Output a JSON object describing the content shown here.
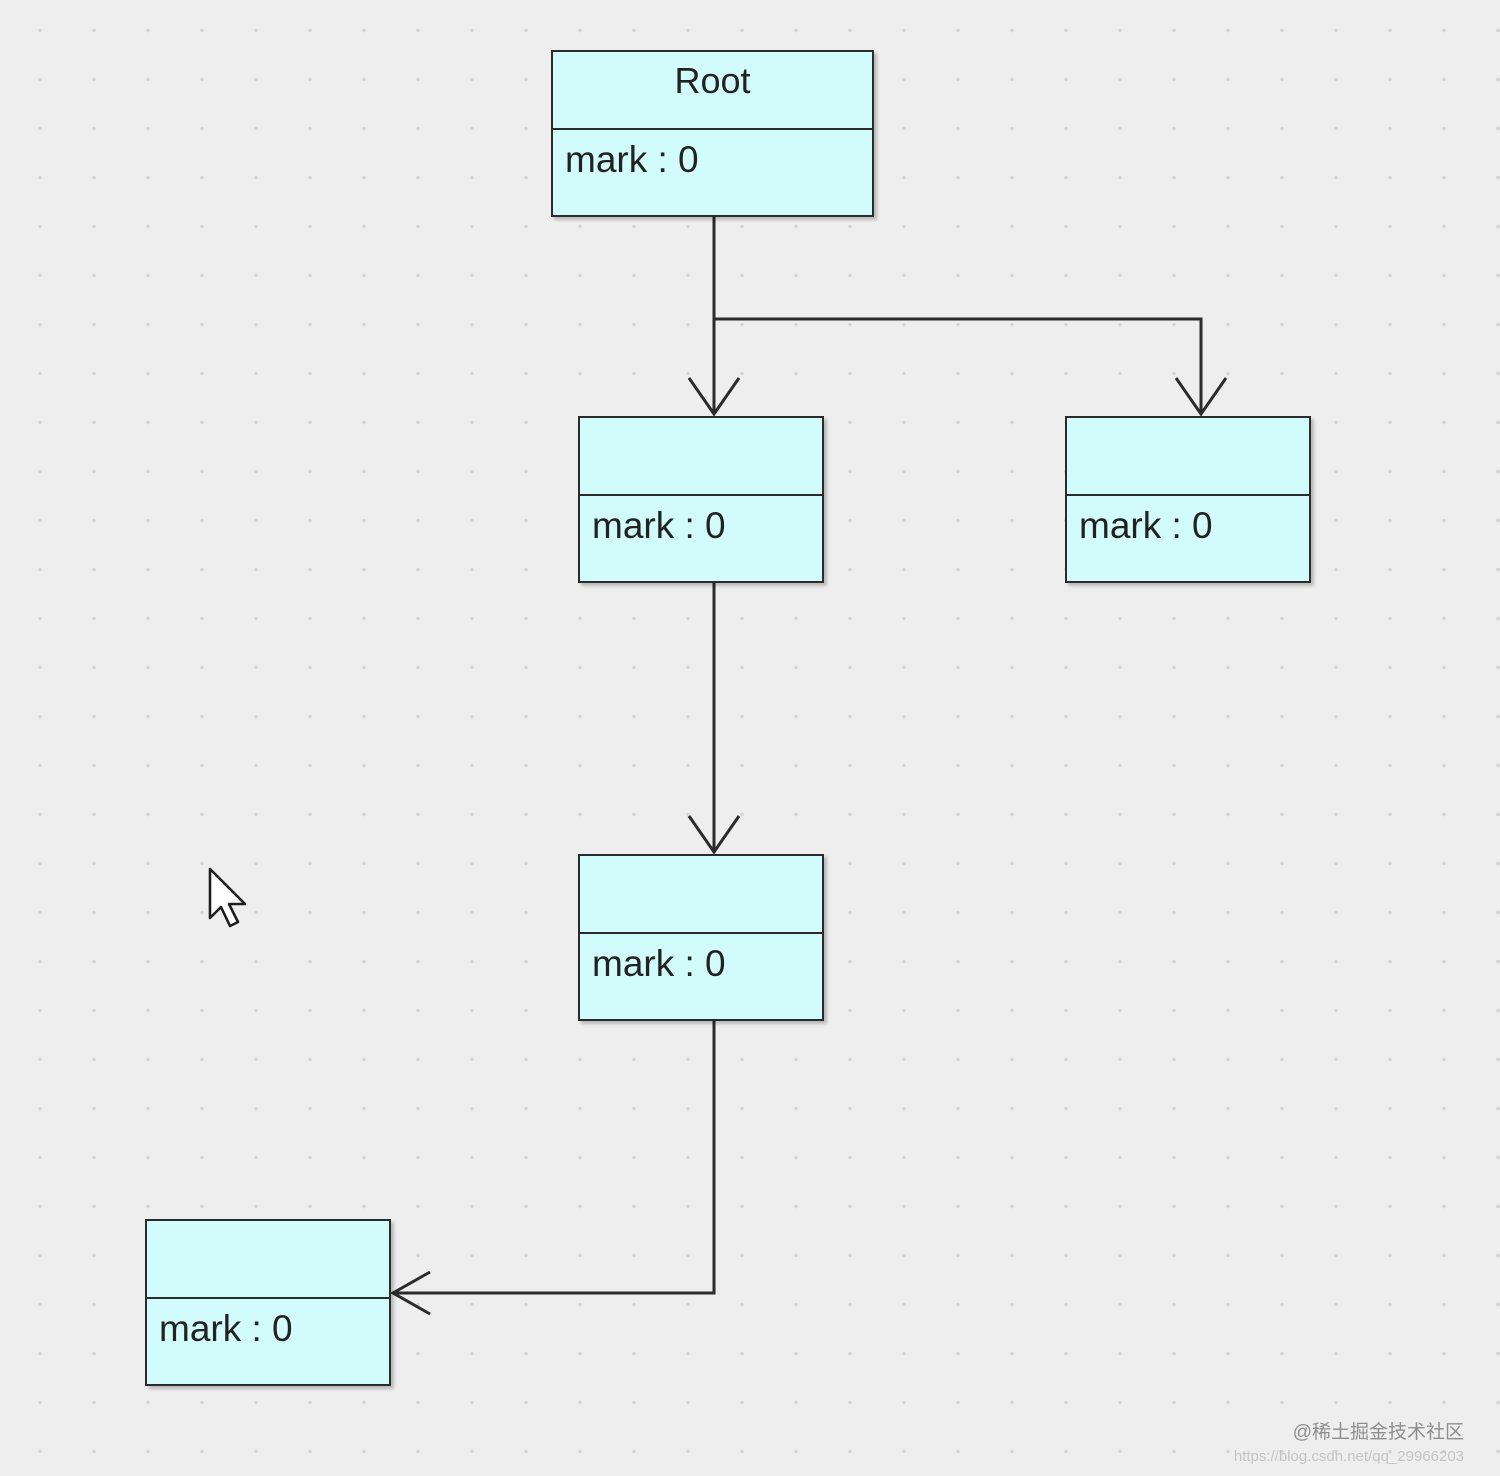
{
  "diagram": {
    "nodes": [
      {
        "id": "root",
        "name": "Root",
        "field": "mark : 0"
      },
      {
        "id": "left",
        "name": "",
        "field": "mark : 0"
      },
      {
        "id": "right",
        "name": "",
        "field": "mark : 0"
      },
      {
        "id": "mid",
        "name": "",
        "field": "mark : 0"
      },
      {
        "id": "bottom",
        "name": "",
        "field": "mark : 0"
      }
    ],
    "edges": [
      {
        "from": "root",
        "to": "left"
      },
      {
        "from": "root",
        "to": "right"
      },
      {
        "from": "left",
        "to": "mid"
      },
      {
        "from": "mid",
        "to": "bottom"
      }
    ]
  },
  "colors": {
    "node_fill": "#d2fbfb",
    "line": "#2b2b2b",
    "background": "#efeeee"
  },
  "cursor": {
    "icon": "mouse-pointer-icon"
  },
  "watermark": {
    "site": "@稀土掘金技术社区",
    "url": "https://blog.csdn.net/qq_29966203"
  }
}
